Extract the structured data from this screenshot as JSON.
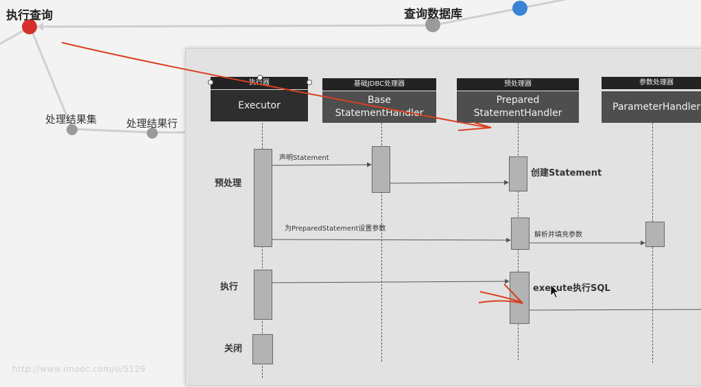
{
  "mindmap": {
    "execute_query": "执行查询",
    "query_database": "查询数据库",
    "process_resultset": "处理结果集",
    "process_result_row": "处理结果行",
    "colors": {
      "active_node": "#d6302a",
      "blue_node": "#3b83d6",
      "gray_node": "#9a9a9a"
    }
  },
  "participants": [
    {
      "tag": "执行器",
      "name": "Executor"
    },
    {
      "tag": "基础JDBC处理器",
      "name": "Base StatementHandler"
    },
    {
      "tag": "预处理器",
      "name": "Prepared StatementHandler"
    },
    {
      "tag": "参数处理器",
      "name": "ParameterHandler"
    }
  ],
  "phases": {
    "prepare": "预处理",
    "execute": "执行",
    "close": "关闭"
  },
  "messages": {
    "declare_statement": "声明Statement",
    "set_params": "为PreparedStatement设置参数"
  },
  "notes": {
    "create_statement": "创建Statement",
    "parse_fill_params": "解析并填充参数",
    "execute_sql": "execute执行SQL"
  },
  "annotation_color": "#d9401f",
  "watermark": "http://www.imooc.com/u/5129"
}
